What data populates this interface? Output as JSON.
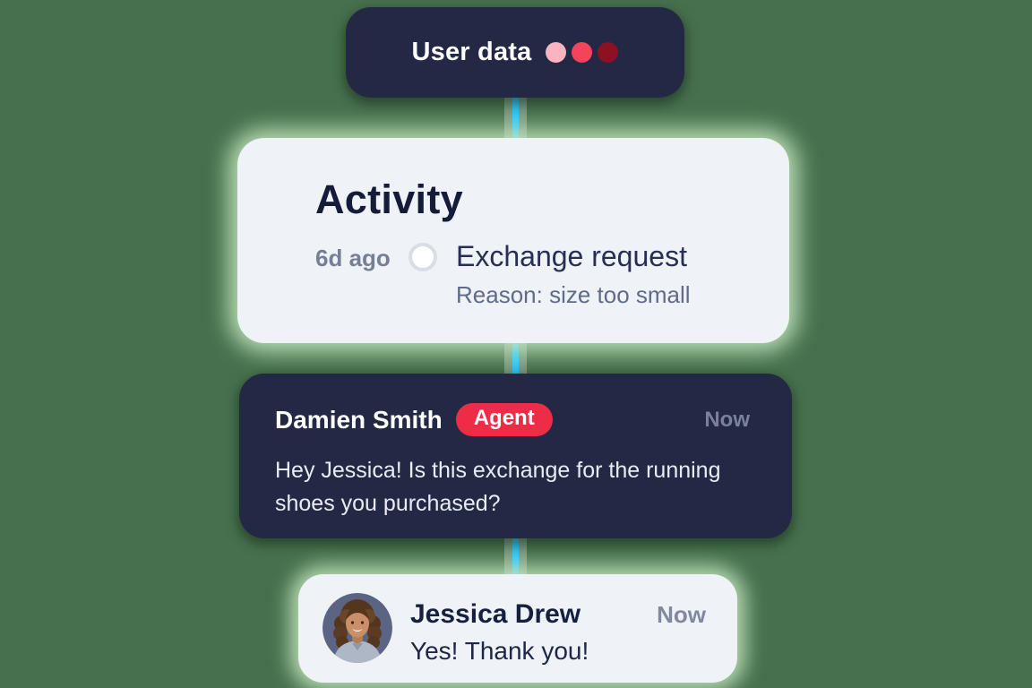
{
  "colors": {
    "background": "#47714E",
    "connector_cyan": "#2FC4F2",
    "card_navy": "#232945",
    "card_light": "#EFF2F6",
    "badge_red": "#EE2C46",
    "glow_mint": "#CDEFC4"
  },
  "user_data_card": {
    "title": "User data",
    "dots": [
      "#F9B4C0",
      "#F4435B",
      "#8E1023"
    ]
  },
  "activity_card": {
    "title": "Activity",
    "items": [
      {
        "time": "6d ago",
        "event": "Exchange request",
        "reason": "Reason: size too small"
      }
    ]
  },
  "agent_card": {
    "name": "Damien Smith",
    "badge": "Agent",
    "time": "Now",
    "message": "Hey Jessica! Is this exchange for the running shoes you purchased?"
  },
  "customer_card": {
    "name": "Jessica Drew",
    "time": "Now",
    "message": "Yes! Thank you!",
    "avatar": "woman-avatar"
  }
}
